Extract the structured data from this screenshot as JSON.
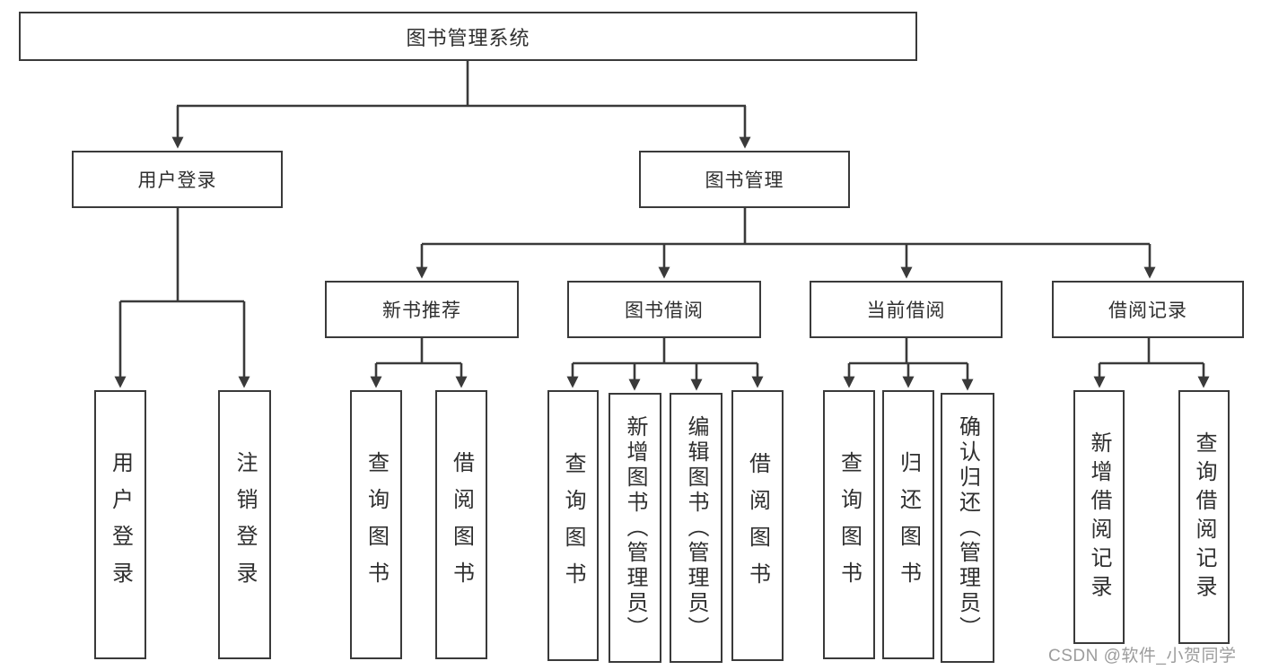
{
  "tree": {
    "root": {
      "label": "图书管理系统"
    },
    "branches": [
      {
        "label": "用户登录",
        "leaves": [
          {
            "label": "用户登录"
          },
          {
            "label": "注销登录"
          }
        ]
      },
      {
        "label": "图书管理",
        "groups": [
          {
            "label": "新书推荐",
            "leaves": [
              {
                "label": "查询图书"
              },
              {
                "label": "借阅图书"
              }
            ]
          },
          {
            "label": "图书借阅",
            "leaves": [
              {
                "label": "查询图书"
              },
              {
                "label": "新增图书（管理员）"
              },
              {
                "label": "编辑图书（管理员）"
              },
              {
                "label": "借阅图书"
              }
            ]
          },
          {
            "label": "当前借阅",
            "leaves": [
              {
                "label": "查询图书"
              },
              {
                "label": "归还图书"
              },
              {
                "label": "确认归还（管理员）"
              }
            ]
          },
          {
            "label": "借阅记录",
            "leaves": [
              {
                "label": "新增借阅记录"
              },
              {
                "label": "查询借阅记录"
              }
            ]
          }
        ]
      }
    ]
  },
  "watermark": {
    "text": "CSDN @软件_小贺同学"
  },
  "colors": {
    "line": "#3a3a3a",
    "box_border": "#3a3a3a",
    "text": "#2f2f2f",
    "watermark": "#9c9c9c",
    "background": "#ffffff"
  }
}
